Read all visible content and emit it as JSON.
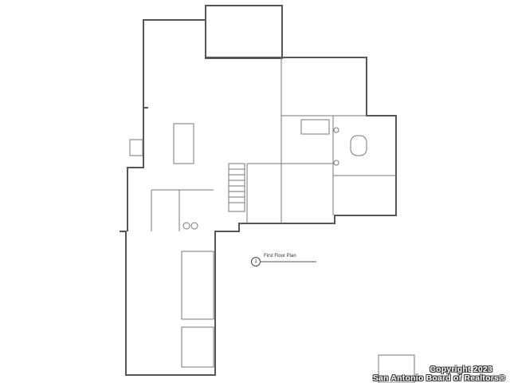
{
  "plan": {
    "marker_number": "1",
    "title": "First Floor Plan"
  },
  "watermark": {
    "line1": "Copyright 2023",
    "line2": "San Antonio Board of Realtors®"
  }
}
